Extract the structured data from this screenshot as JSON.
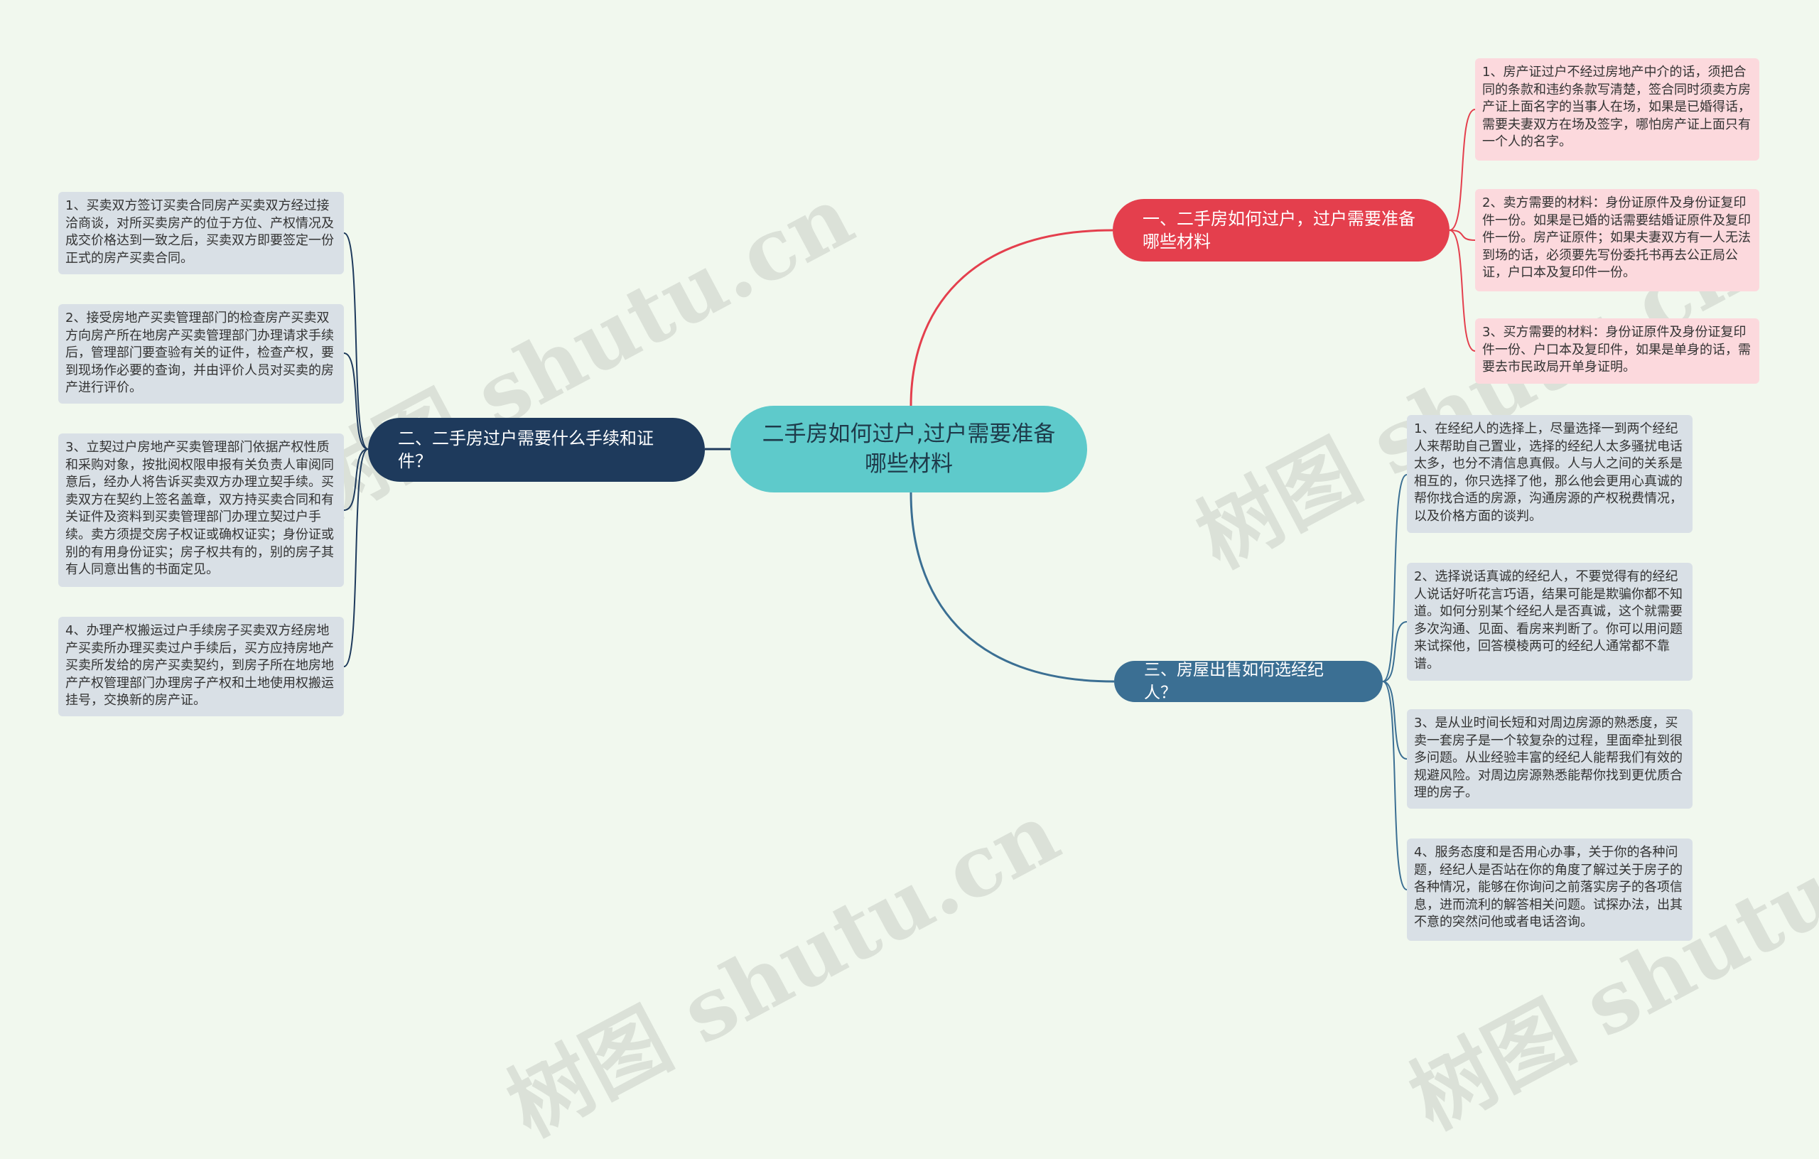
{
  "root": {
    "label": "二手房如何过户,过户需要准备哪些材料"
  },
  "watermark": "树图 shutu.cn",
  "colors": {
    "background": "#f1f8ee",
    "root": "#5ecacb",
    "branch_red": "#e43f4d",
    "branch_navy": "#1e3a5c",
    "branch_blue": "#3b6f93",
    "leaf_red": "#fcd9dd",
    "leaf_grey": "#d9e0e6"
  },
  "branches": [
    {
      "label": "一、二手房如何过户，过户需要准备哪些材料",
      "leaves": [
        "1、房产证过户不经过房地产中介的话，须把合同的条款和违约条款写清楚，签合同时须卖方房产证上面名字的当事人在场，如果是已婚得话，需要夫妻双方在场及签字，哪怕房产证上面只有一个人的名字。",
        "2、卖方需要的材料：身份证原件及身份证复印件一份。如果是已婚的话需要结婚证原件及复印件一份。房产证原件；如果夫妻双方有一人无法到场的话，必须要先写份委托书再去公正局公证，户口本及复印件一份。",
        "3、买方需要的材料：身份证原件及身份证复印件一份、户口本及复印件，如果是单身的话，需要去市民政局开单身证明。"
      ]
    },
    {
      "label": "二、二手房过户需要什么手续和证件？",
      "leaves": [
        "1、买卖双方签订买卖合同房产买卖双方经过接洽商谈，对所买卖房产的位于方位、产权情况及成交价格达到一致之后，买卖双方即要签定一份正式的房产买卖合同。",
        "2、接受房地产买卖管理部门的检查房产买卖双方向房产所在地房产买卖管理部门办理请求手续后，管理部门要查验有关的证件，检查产权，要到现场作必要的查询，并由评价人员对买卖的房产进行评价。",
        "3、立契过户房地产买卖管理部门依据产权性质和采购对象，按批阅权限申报有关负责人审阅同意后，经办人将告诉买卖双方办理立契手续。买卖双方在契约上签名盖章，双方持买卖合同和有关证件及资料到买卖管理部门办理立契过户手续。卖方须提交房子权证或确权证实；身份证或别的有用身份证实；房子权共有的，别的房子其有人同意出售的书面定见。",
        "4、办理产权搬运过户手续房子买卖双方经房地产买卖所办理买卖过户手续后，买方应持房地产买卖所发给的房产买卖契约，到房子所在地房地产产权管理部门办理房子产权和土地使用权搬运挂号，交换新的房产证。"
      ]
    },
    {
      "label": "三、房屋出售如何选经纪人？",
      "leaves": [
        "1、在经纪人的选择上，尽量选择一到两个经纪人来帮助自己置业，选择的经纪人太多骚扰电话太多，也分不清信息真假。人与人之间的关系是相互的，你只选择了他，那么他会更用心真诚的帮你找合适的房源，沟通房源的产权税费情况，以及价格方面的谈判。",
        "2、选择说话真诚的经纪人，不要觉得有的经纪人说话好听花言巧语，结果可能是欺骗你都不知道。如何分别某个经纪人是否真诚，这个就需要多次沟通、见面、看房来判断了。你可以用问题来试探他，回答模棱两可的经纪人通常都不靠谱。",
        "3、是从业时间长短和对周边房源的熟悉度，买卖一套房子是一个较复杂的过程，里面牵扯到很多问题。从业经验丰富的经纪人能帮我们有效的规避风险。对周边房源熟悉能帮你找到更优质合理的房子。",
        "4、服务态度和是否用心办事，关于你的各种问题，经纪人是否站在你的角度了解过关于房子的各种情况，能够在你询问之前落实房子的各项信息，进而流利的解答相关问题。试探办法，出其不意的突然问他或者电话咨询。"
      ]
    }
  ]
}
